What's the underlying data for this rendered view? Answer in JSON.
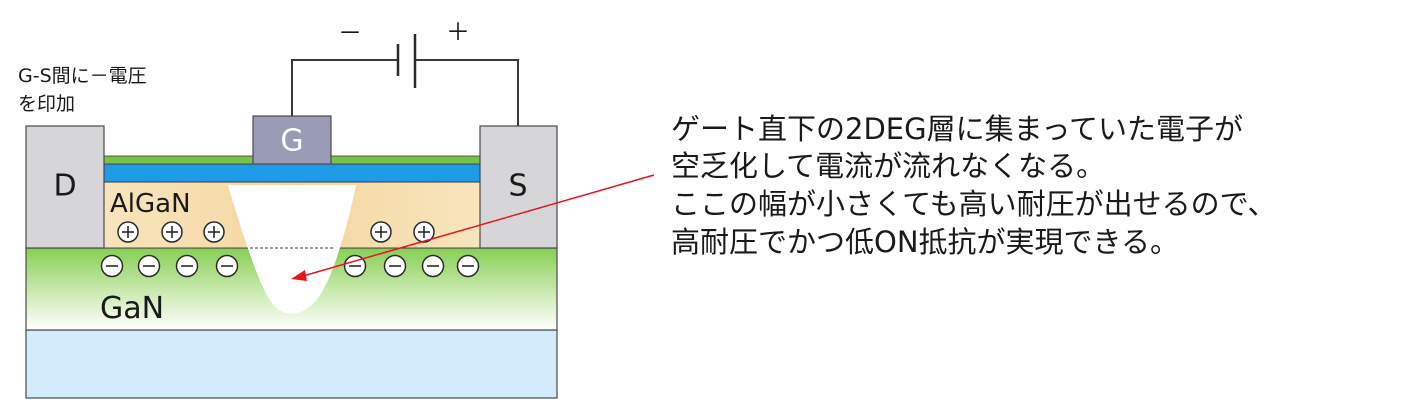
{
  "annotation": {
    "lines": [
      "G-S間に－電圧",
      "を印加"
    ]
  },
  "battery": {
    "minus": "－",
    "plus": "＋"
  },
  "terminals": {
    "gate": "G",
    "drain": "D",
    "source": "S"
  },
  "layers": {
    "barrier": "AlGaN",
    "channel": "GaN"
  },
  "charges": {
    "positive_symbol": "+",
    "negative_symbol": "−",
    "positive_count": 5,
    "negative_count": 8
  },
  "explanation": {
    "lines": [
      "ゲート直下の2DEG層に集まっていた電子が",
      "空乏化して電流が流れなくなる。",
      "ここの幅が小さくても高い耐圧が出せるので、",
      "高耐圧でかつ低ON抵抗が実現できる。"
    ]
  },
  "colors": {
    "electrode_fill": "#d6d6d8",
    "gate_fill": "#9a9cb6",
    "oxide_green": "#79c24a",
    "blue_layer": "#1e9be6",
    "algan_fill": "#f7dfb0",
    "gan_green": "#8fd35a",
    "substrate": "#d2ecfb",
    "arrow": "#e8141c",
    "outline": "#4a4a4a"
  }
}
